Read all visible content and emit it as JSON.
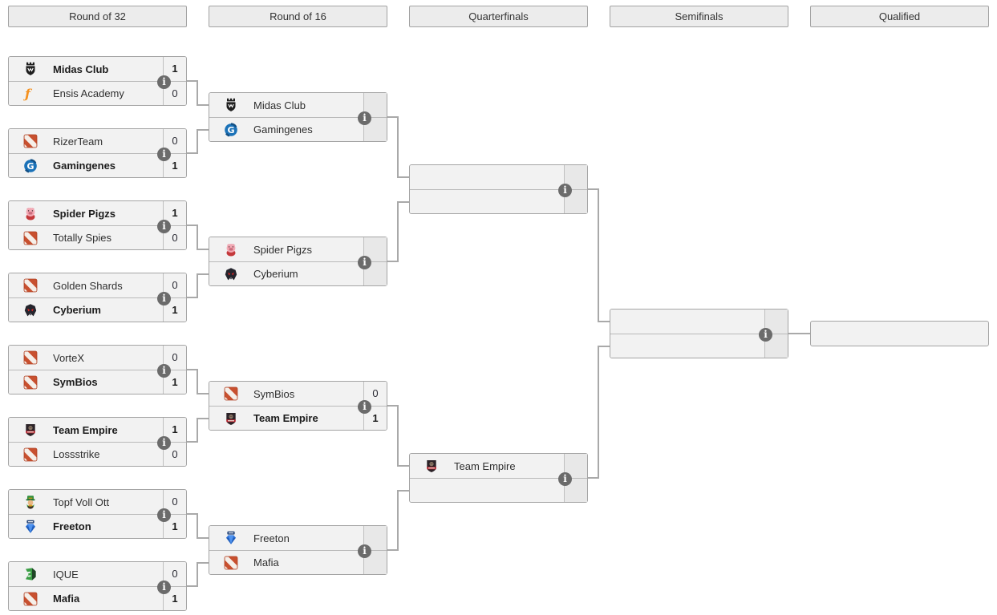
{
  "headers": [
    {
      "label": "Round of 32"
    },
    {
      "label": "Round of 16"
    },
    {
      "label": "Quarterfinals"
    },
    {
      "label": "Semifinals"
    },
    {
      "label": "Qualified"
    }
  ],
  "colors": {
    "row_bg": "#f2f2f2",
    "empty_score_bg": "#e8e8e8",
    "border": "#a4a4a4",
    "connector": "#a9a9a9",
    "header_bg": "#ececec",
    "winner_text": "#1c1c1c",
    "dota_logo_red": "#c8502f",
    "gamingenes_blue": "#1b72b8",
    "ensis_orange": "#f5911e",
    "freeton_blue": "#2d72d9",
    "ique_green": "#3a9e44"
  },
  "info_icon_glyph": "i",
  "rounds": {
    "r32": [
      {
        "top": {
          "name": "Midas Club",
          "score": "1",
          "winner": true,
          "icon": "shield-crown-icon"
        },
        "bottom": {
          "name": "Ensis Academy",
          "score": "0",
          "winner": false,
          "icon": "ensis-letter-icon"
        }
      },
      {
        "top": {
          "name": "RizerTeam",
          "score": "0",
          "winner": false,
          "icon": "dota2-logo-icon"
        },
        "bottom": {
          "name": "Gamingenes",
          "score": "1",
          "winner": true,
          "icon": "gamingenes-g-icon"
        }
      },
      {
        "top": {
          "name": "Spider Pigzs",
          "score": "1",
          "winner": true,
          "icon": "pig-icon"
        },
        "bottom": {
          "name": "Totally Spies",
          "score": "0",
          "winner": false,
          "icon": "dota2-logo-icon"
        }
      },
      {
        "top": {
          "name": "Golden Shards",
          "score": "0",
          "winner": false,
          "icon": "dota2-logo-icon"
        },
        "bottom": {
          "name": "Cyberium",
          "score": "1",
          "winner": true,
          "icon": "wolf-head-icon"
        }
      },
      {
        "top": {
          "name": "VorteX",
          "score": "0",
          "winner": false,
          "icon": "dota2-logo-icon"
        },
        "bottom": {
          "name": "SymBios",
          "score": "1",
          "winner": true,
          "icon": "dota2-logo-icon"
        }
      },
      {
        "top": {
          "name": "Team Empire",
          "score": "1",
          "winner": true,
          "icon": "empire-crest-icon"
        },
        "bottom": {
          "name": "Lossstrike",
          "score": "0",
          "winner": false,
          "icon": "dota2-logo-icon"
        }
      },
      {
        "top": {
          "name": "Topf Voll Ott",
          "score": "0",
          "winner": false,
          "icon": "leprechaun-icon"
        },
        "bottom": {
          "name": "Freeton",
          "score": "1",
          "winner": true,
          "icon": "gem-icon"
        }
      },
      {
        "top": {
          "name": "IQUE",
          "score": "0",
          "winner": false,
          "icon": "green-helmet-icon"
        },
        "bottom": {
          "name": "Mafia",
          "score": "1",
          "winner": true,
          "icon": "dota2-logo-icon"
        }
      }
    ],
    "r16": [
      {
        "top": {
          "name": "Midas Club",
          "score": "",
          "winner": false,
          "icon": "shield-crown-icon"
        },
        "bottom": {
          "name": "Gamingenes",
          "score": "",
          "winner": false,
          "icon": "gamingenes-g-icon"
        }
      },
      {
        "top": {
          "name": "Spider Pigzs",
          "score": "",
          "winner": false,
          "icon": "pig-icon"
        },
        "bottom": {
          "name": "Cyberium",
          "score": "",
          "winner": false,
          "icon": "wolf-head-icon"
        }
      },
      {
        "top": {
          "name": "SymBios",
          "score": "0",
          "winner": false,
          "icon": "dota2-logo-icon"
        },
        "bottom": {
          "name": "Team Empire",
          "score": "1",
          "winner": true,
          "icon": "empire-crest-icon"
        }
      },
      {
        "top": {
          "name": "Freeton",
          "score": "",
          "winner": false,
          "icon": "gem-icon"
        },
        "bottom": {
          "name": "Mafia",
          "score": "",
          "winner": false,
          "icon": "dota2-logo-icon"
        }
      }
    ],
    "qf": [
      {
        "top": {
          "name": "",
          "score": "",
          "winner": false,
          "icon": null
        },
        "bottom": {
          "name": "",
          "score": "",
          "winner": false,
          "icon": null
        }
      },
      {
        "top": {
          "name": "Team Empire",
          "score": "",
          "winner": false,
          "icon": "empire-crest-icon"
        },
        "bottom": {
          "name": "",
          "score": "",
          "winner": false,
          "icon": null
        }
      }
    ],
    "sf": [
      {
        "top": {
          "name": "",
          "score": "",
          "winner": false,
          "icon": null
        },
        "bottom": {
          "name": "",
          "score": "",
          "winner": false,
          "icon": null
        }
      }
    ],
    "qualified": {
      "name": ""
    }
  }
}
